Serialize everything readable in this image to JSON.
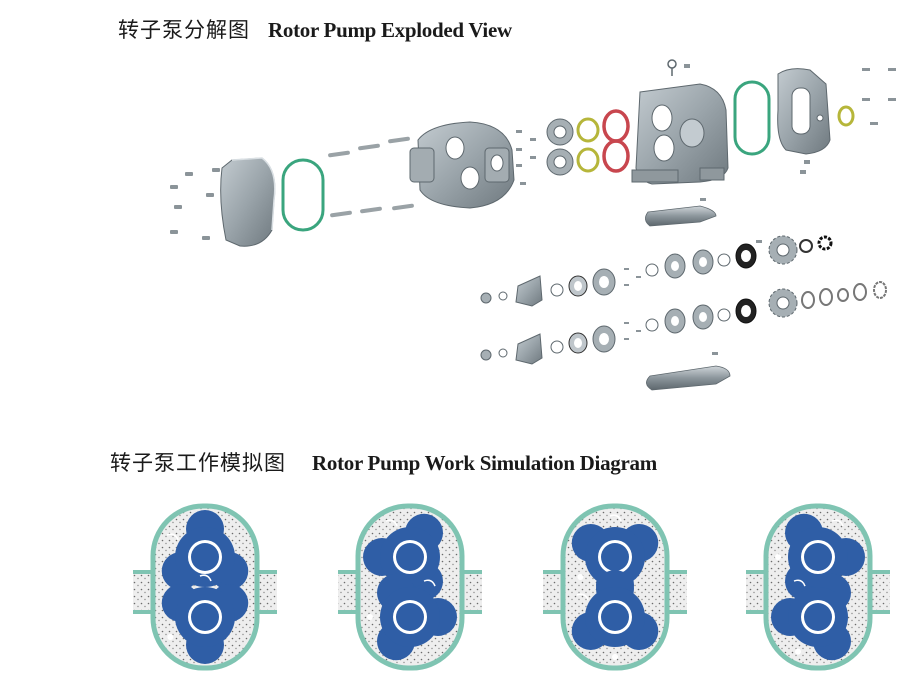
{
  "exploded_view": {
    "title_cn": "转子泵分解图",
    "title_en": "Rotor Pump Exploded  View"
  },
  "simulation": {
    "title_cn": "转子泵工作模拟图",
    "title_en": "Rotor Pump Work Simulation Diagram",
    "stages": [
      {
        "name": "stage-1",
        "top_angle": 90,
        "bottom_angle": 30
      },
      {
        "name": "stage-2",
        "top_angle": 60,
        "bottom_angle": 0
      },
      {
        "name": "stage-3",
        "top_angle": 30,
        "bottom_angle": 90
      },
      {
        "name": "stage-4",
        "top_angle": 0,
        "bottom_angle": 60
      }
    ]
  },
  "colors": {
    "housing": "#7fc4b2",
    "rotor": "#2f5ea6",
    "fluid": "#ececec",
    "metal": "#9aa4aa",
    "oring_green": "#3aa57e",
    "oring_yellow": "#b6b63a",
    "oring_red": "#c8464e"
  }
}
